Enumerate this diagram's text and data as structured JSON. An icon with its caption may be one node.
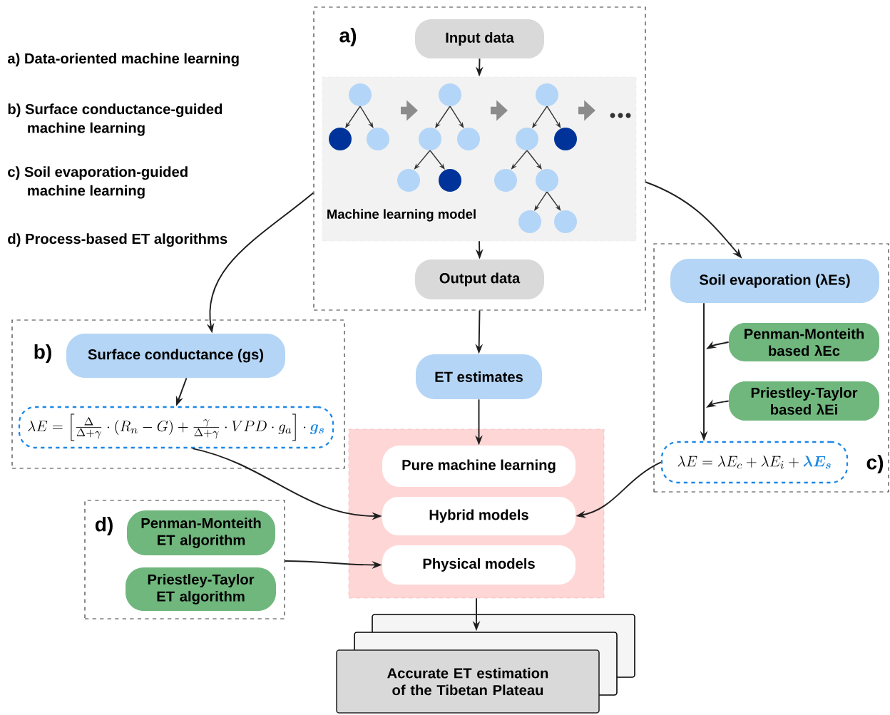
{
  "diagram": {
    "nodes": [
      {
        "text": [
          "a)"
        ]
      },
      {
        "text": [
          "Input data"
        ],
        "in": 0
      },
      {
        "text": [
          "Machine learning model"
        ],
        "in": 0
      },
      {
        "text": [
          "Output data"
        ],
        "in": 0
      },
      {
        "text": [
          "b)"
        ]
      },
      {
        "text": [
          "Surface conductance (gs)"
        ],
        "in": 4
      },
      {
        "text": [
          "\\lambda E=\\left[\\frac{\\Delta}{\\Delta+\\gamma}\\cdot(R_n-G)+\\frac{\\gamma}{\\Delta+\\gamma}\\cdot VPD\\cdot g_a\\right]\\cdot{\\color[HTML]{1E88E5}\\boldsymbol{g_s}}"
        ],
        "in": 4
      },
      {
        "text": [
          "c)"
        ]
      },
      {
        "text": [
          "Soil evaporation (λEs)"
        ],
        "in": 7
      },
      {
        "text": [
          "Penman-Monteith based λEc"
        ],
        "in": 7
      },
      {
        "text": [
          "Priestley-Taylor based λEi"
        ],
        "in": 7
      },
      {
        "text": [
          "\\lambda E=\\lambda E_c+\\lambda E_i+{\\color[HTML]{1E88E5}\\boldsymbol{\\lambda E_s}}"
        ],
        "in": 7
      },
      {
        "text": [
          "d)"
        ]
      },
      {
        "text": [
          "Penman-Monteith ET algorithm"
        ],
        "in": 12
      },
      {
        "text": [
          "Priestley-Taylor ET algorithm"
        ],
        "in": 12
      },
      {
        "text": [
          "ET estimates"
        ]
      },
      {
        "text": [],
        "shape": "box"
      },
      {
        "text": [
          "Pure machine learning"
        ],
        "in": 16
      },
      {
        "text": [
          "Hybrid models"
        ],
        "in": 16
      },
      {
        "text": [
          "Physical models"
        ],
        "in": 16
      },
      {
        "text": [
          "Accurate ET estimation of the Tibetan Plateau"
        ]
      }
    ],
    "edges": [
      {
        "from": 1,
        "to": 2,
        "arrow": "to"
      },
      {
        "from": 2,
        "to": 3,
        "arrow": "to"
      },
      {
        "from": 0,
        "to": 5,
        "arrow": "to"
      },
      {
        "from": 0,
        "to": 8,
        "arrow": "to"
      },
      {
        "from": 5,
        "to": 6,
        "arrow": "to"
      },
      {
        "from": 0,
        "to": 15,
        "arrow": "to"
      },
      {
        "from": 15,
        "to": 17,
        "arrow": "to"
      },
      {
        "from": 6,
        "to": 18,
        "arrow": "to"
      },
      {
        "from": 11,
        "to": 18,
        "arrow": "to"
      },
      {
        "from": 12,
        "to": 19,
        "arrow": "to"
      },
      {
        "from": 8,
        "to": 11,
        "arrow": "to"
      },
      {
        "from": 9,
        "to": null,
        "arrow": "to"
      },
      {
        "from": 10,
        "to": null,
        "arrow": "to"
      },
      {
        "from": 16,
        "to": 20,
        "arrow": "to"
      }
    ],
    "labels": [
      "a) Data-oriented machine learning",
      "b) Surface conductance-guided machine learning",
      "c) Soil evaporation-guided machine learning",
      "d) Process-based ET algorithms"
    ]
  }
}
